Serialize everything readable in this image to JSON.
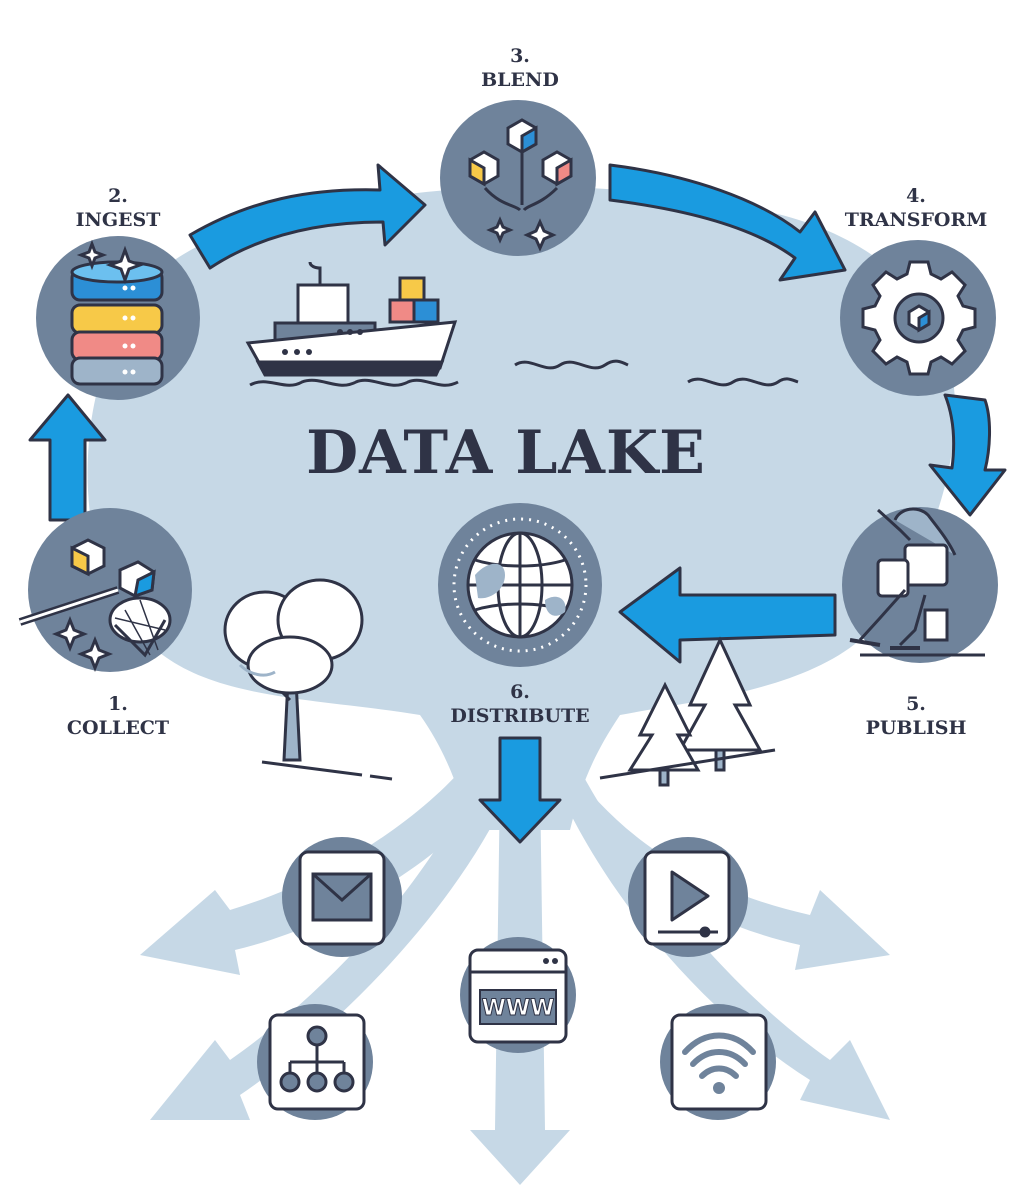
{
  "diagram": {
    "title": "DATA LAKE",
    "steps": [
      {
        "number": "1.",
        "label": "COLLECT"
      },
      {
        "number": "2.",
        "label": "INGEST"
      },
      {
        "number": "3.",
        "label": "BLEND"
      },
      {
        "number": "4.",
        "label": "TRANSFORM"
      },
      {
        "number": "5.",
        "label": "PUBLISH"
      },
      {
        "number": "6.",
        "label": "DISTRIBUTE"
      }
    ],
    "outputs": [
      {
        "icon": "email-envelope-icon"
      },
      {
        "icon": "video-play-icon"
      },
      {
        "icon": "web-www-icon",
        "text": "WWW"
      },
      {
        "icon": "hierarchy-network-icon"
      },
      {
        "icon": "wifi-signal-icon"
      }
    ]
  },
  "colors": {
    "lake": "#c6d8e6",
    "arrow_blue": "#1a9be0",
    "step_circle": "#6f839b",
    "dark_outline": "#2f3346",
    "light_branch": "#c6d8e6"
  }
}
